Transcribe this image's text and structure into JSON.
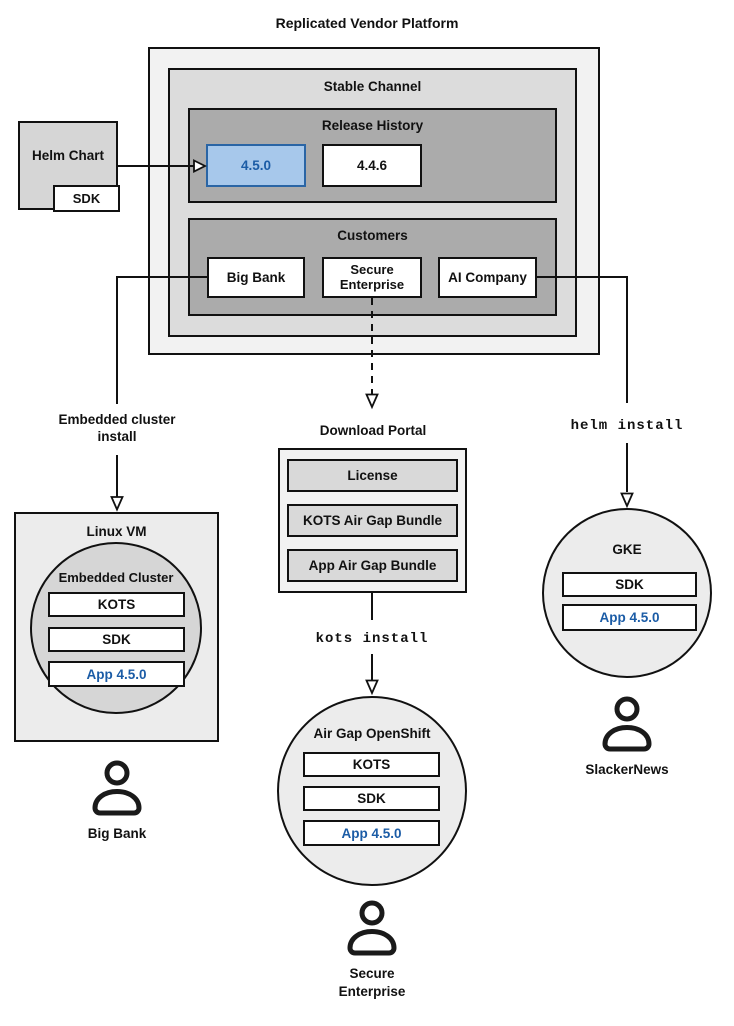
{
  "title": "Replicated Vendor Platform",
  "colors": {
    "accent_fill": "#a7c8eb",
    "accent_border": "#2a65a5",
    "accent_text": "#1b5ca6",
    "outer_gray": "#f2f2f2",
    "channel_gray": "#dcdcdc",
    "inner_gray": "#ababab"
  },
  "stable_channel": {
    "label": "Stable Channel"
  },
  "release_history": {
    "label": "Release History",
    "releases": [
      "4.5.0",
      "4.4.6"
    ],
    "highlighted_release": "4.5.0"
  },
  "customers": {
    "label": "Customers",
    "items": [
      "Big Bank",
      "Secure Enterprise",
      "AI Company"
    ]
  },
  "helm_chart": {
    "label": "Helm Chart",
    "sdk": "SDK"
  },
  "left_branch": {
    "arrow_label": "Embedded cluster install",
    "vm_label": "Linux VM",
    "cluster": {
      "label": "Embedded Cluster",
      "components": [
        "KOTS",
        "SDK",
        "App 4.5.0"
      ]
    },
    "persona": "Big Bank"
  },
  "middle_branch": {
    "portal": {
      "label": "Download Portal",
      "items": [
        "License",
        "KOTS Air Gap Bundle",
        "App Air Gap Bundle"
      ]
    },
    "command": "kots install",
    "cluster": {
      "label": "Air Gap OpenShift",
      "components": [
        "KOTS",
        "SDK",
        "App 4.5.0"
      ]
    },
    "persona": "Secure Enterprise"
  },
  "right_branch": {
    "command": "helm install",
    "cluster": {
      "label": "GKE",
      "components": [
        "SDK",
        "App 4.5.0"
      ]
    },
    "persona": "SlackerNews"
  }
}
